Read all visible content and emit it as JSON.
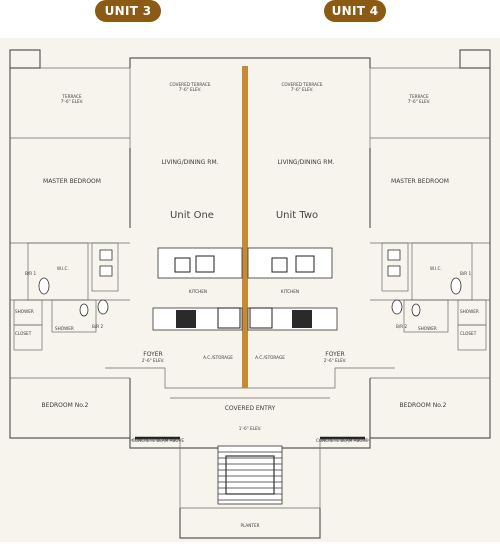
{
  "badges": {
    "left": "UNIT 3",
    "right": "UNIT 4",
    "color": "#8b5a14"
  },
  "divider_color": "#c58a33",
  "rooms": {
    "terrace_left": "TERRACE",
    "terrace_right": "TERRACE",
    "terrace_size": "7'-6\" ELEV.",
    "covered_terrace_left": "COVERED TERRACE",
    "covered_terrace_right": "COVERED TERRACE",
    "covered_terrace_size": "7'-6\" ELEV.",
    "living_left": "LIVING/DINING RM.",
    "living_right": "LIVING/DINING RM.",
    "master_left": "MASTER BEDROOM",
    "master_right": "MASTER BEDROOM",
    "unit_one": "Unit One",
    "unit_two": "Unit Two",
    "kitchen_left": "KITCHEN",
    "kitchen_right": "KITCHEN",
    "bath1_left": "B/R 1",
    "bath1_right": "B/R 1",
    "bath2_left": "B/R 2",
    "bath2_right": "B/R 2",
    "wic_left": "W.I.C.",
    "wic_right": "W.I.C.",
    "shower": "SHOWER",
    "closet": "CLOSET",
    "foyer_left": "FOYER",
    "foyer_right": "FOYER",
    "foyer_size": "2'-6\" ELEV.",
    "ac_storage_left": "A.C./STORAGE",
    "ac_storage_right": "A.C./STORAGE",
    "bedroom2_left": "BEDROOM No.2",
    "bedroom2_right": "BEDROOM No.2",
    "covered_entry": "COVERED ENTRY",
    "entry_size": "1'-6\" ELEV.",
    "beam_left": "CONCRETE BEAM ABOVE",
    "beam_right": "CONCRETE BEAM ABOVE",
    "planter": "PLANTER"
  }
}
